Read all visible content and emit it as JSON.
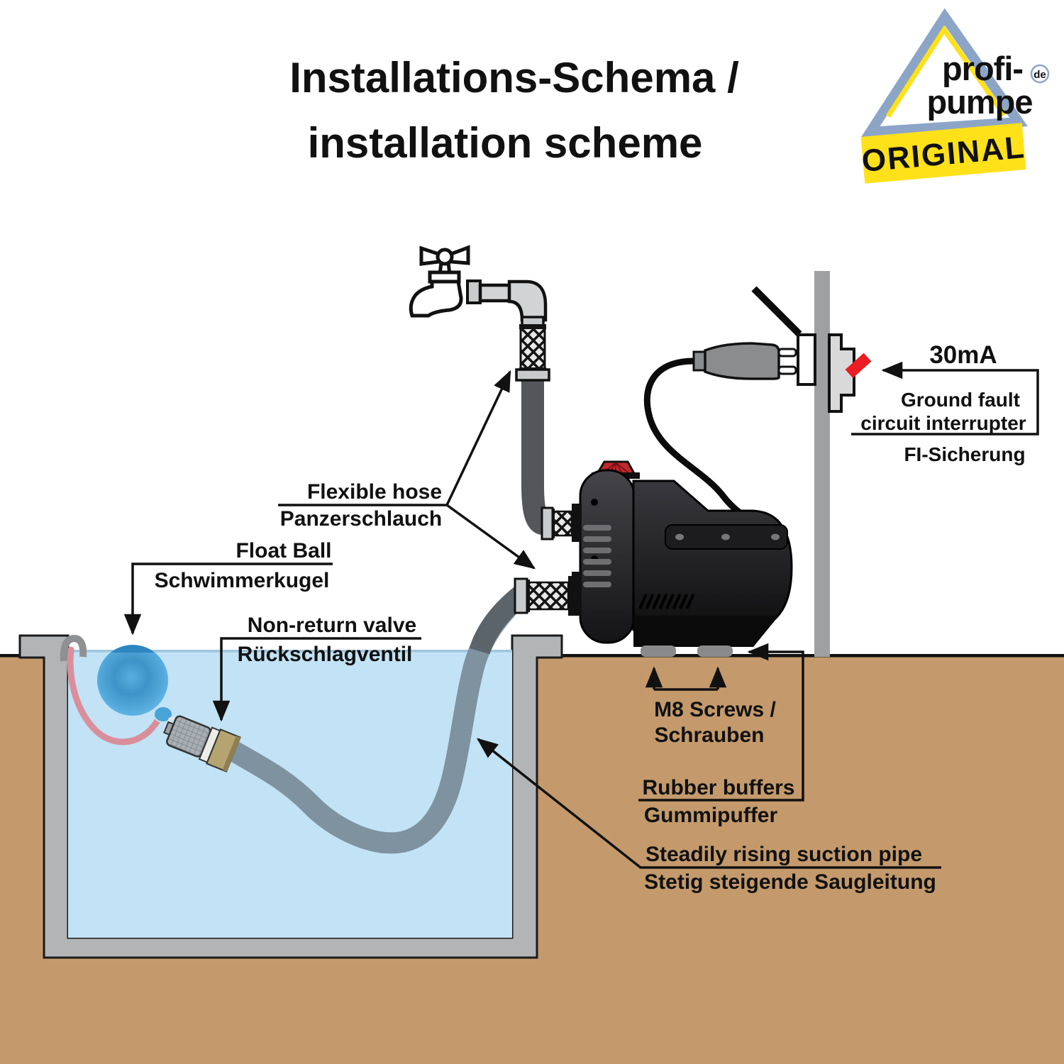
{
  "title": {
    "line1": "Installations-Schema /",
    "line2": "installation scheme"
  },
  "logo": {
    "brand_top": "profi-",
    "brand_bottom": "pumpe",
    "tld": "de",
    "banner": "ORIGINAL"
  },
  "labels": {
    "ground_fault": {
      "current": "30mA",
      "line1": "Ground fault",
      "line2": "circuit interrupter",
      "line3": "FI-Sicherung"
    },
    "flexible_hose": {
      "en": "Flexible hose",
      "de": "Panzerschlauch"
    },
    "float_ball": {
      "en": "Float Ball",
      "de": "Schwimmerkugel"
    },
    "non_return_valve": {
      "en": "Non-return valve",
      "de": "Rückschlagventil"
    },
    "m8_screws": {
      "en": "M8 Screws /",
      "de": "Schrauben"
    },
    "rubber_buffers": {
      "en": "Rubber buffers",
      "de": "Gummipuffer"
    },
    "suction_pipe": {
      "en": "Steadily rising suction pipe",
      "de": "Stetig steigende Saugleitung"
    }
  },
  "colors": {
    "background": "#FFFFFF",
    "soil": "#C49A6C",
    "water": "#C2E2F5",
    "water_line": "#9FC6DC",
    "tank_wall": "#B2B4B6",
    "board_wall": "#9EA0A2",
    "outline": "#111111",
    "pump_red_cap": "#C4272E",
    "switch_red": "#EB1C23",
    "pressure_hose": "#54565A",
    "suction_hose": "#7E92A0",
    "suction_hose_dry": "#5C646B",
    "rope_pink": "#D98F9B",
    "float_blue": "#459ACF",
    "brass": "#B5A470",
    "logo_blue": "#8CA5C7",
    "logo_yellow": "#FFE11A"
  }
}
